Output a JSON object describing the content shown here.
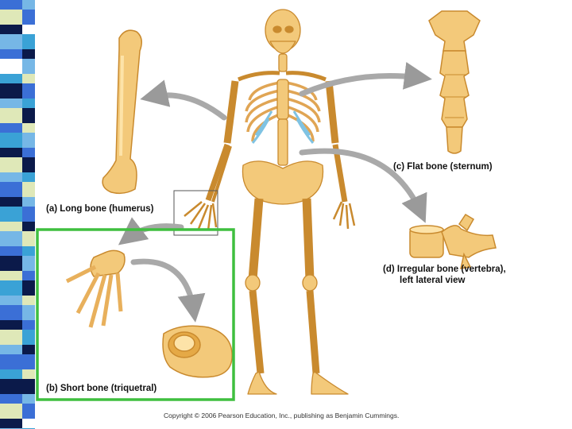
{
  "labels": {
    "long_bone": "(a) Long bone (humerus)",
    "flat_bone": "(c) Flat bone (sternum)",
    "irregular_bone": "(d) Irregular bone (vertebra),",
    "irregular_bone_view": "left lateral view",
    "short_bone": "(b) Short bone (triquetral)"
  },
  "copyright": "Copyright © 2006 Pearson Education, Inc., publishing as Benjamin Cummings.",
  "colors": {
    "bone_fill": "#f3c97a",
    "bone_stroke": "#c98a2e",
    "bone_light": "#fde3a8",
    "cartilage": "#9fd3ea",
    "muscle_red": "#d9763e",
    "arrow": "#a9a9a9",
    "highlight_box": "#3fbf3f",
    "stripe_palette": [
      "#3b6fd6",
      "#0b1a4a",
      "#dfe8b8",
      "#76b7e6",
      "#ffffff",
      "#3aa2d6"
    ]
  }
}
